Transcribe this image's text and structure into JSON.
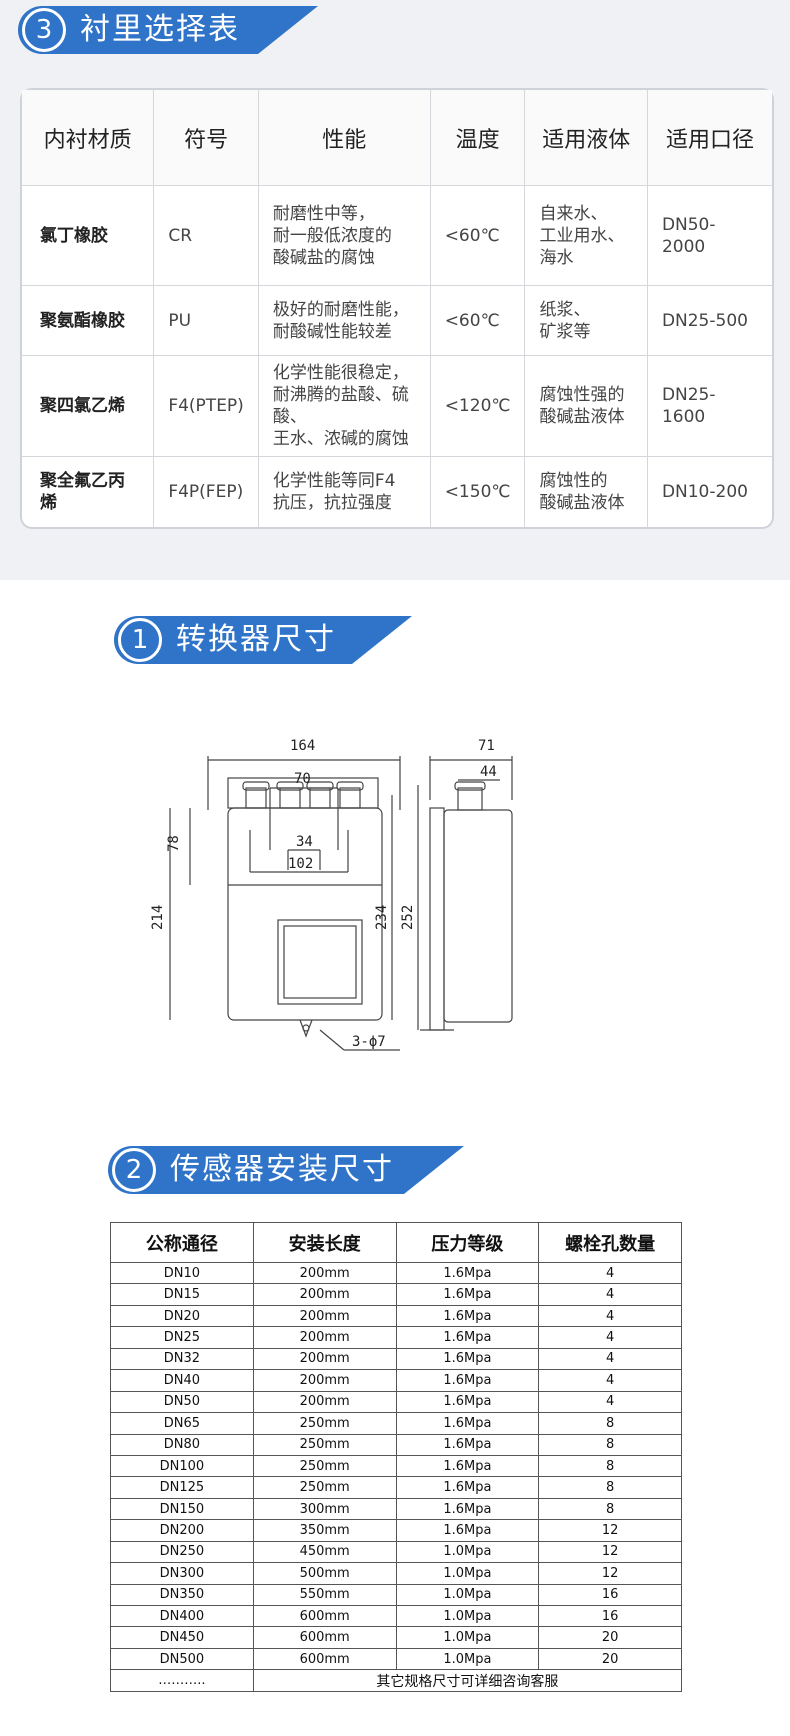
{
  "lining_section": {
    "number": "3",
    "title": "衬里选择表",
    "headers": [
      "内衬材质",
      "符号",
      "性能",
      "温度",
      "适用液体",
      "适用口径"
    ],
    "rows": [
      {
        "material": "氯丁橡胶",
        "symbol": "CR",
        "performance": [
          "耐磨性中等，",
          "耐一般低浓度的",
          "酸碱盐的腐蚀"
        ],
        "temperature": "<60℃",
        "liquid": [
          "自来水、",
          "工业用水、",
          "海水"
        ],
        "caliber": "DN50-2000"
      },
      {
        "material": "聚氨酯橡胶",
        "symbol": "PU",
        "performance": [
          "极好的耐磨性能，",
          "耐酸碱性能较差"
        ],
        "temperature": "<60℃",
        "liquid": [
          "纸浆、",
          "矿浆等"
        ],
        "caliber": "DN25-500"
      },
      {
        "material": "聚四氯乙烯",
        "symbol": "F4(PTEP)",
        "performance": [
          "化学性能很稳定，",
          "耐沸腾的盐酸、硫酸、",
          "王水、浓碱的腐蚀"
        ],
        "temperature": "<120℃",
        "liquid": [
          "腐蚀性强的",
          "酸碱盐液体"
        ],
        "caliber": "DN25-1600"
      },
      {
        "material": "聚全氟乙丙烯",
        "symbol": "F4P(FEP)",
        "performance": [
          "化学性能等同F4",
          "抗压，抗拉强度"
        ],
        "temperature": "<150℃",
        "liquid": [
          "腐蚀性的",
          "酸碱盐液体"
        ],
        "caliber": "DN10-200"
      }
    ]
  },
  "converter_section": {
    "number": "1",
    "title": "转换器尺寸",
    "dims": {
      "w164": "164",
      "w70": "70",
      "w34": "34",
      "w102": "102",
      "h78": "78",
      "h214": "214",
      "h234": "234",
      "holes": "3-ϕ7",
      "w71": "71",
      "w44": "44",
      "h252": "252"
    }
  },
  "sensor_section": {
    "number": "2",
    "title": "传感器安装尺寸",
    "headers": [
      "公称通径",
      "安装长度",
      "压力等级",
      "螺栓孔数量"
    ],
    "rows": [
      [
        "DN10",
        "200mm",
        "1.6Mpa",
        "4"
      ],
      [
        "DN15",
        "200mm",
        "1.6Mpa",
        "4"
      ],
      [
        "DN20",
        "200mm",
        "1.6Mpa",
        "4"
      ],
      [
        "DN25",
        "200mm",
        "1.6Mpa",
        "4"
      ],
      [
        "DN32",
        "200mm",
        "1.6Mpa",
        "4"
      ],
      [
        "DN40",
        "200mm",
        "1.6Mpa",
        "4"
      ],
      [
        "DN50",
        "200mm",
        "1.6Mpa",
        "4"
      ],
      [
        "DN65",
        "250mm",
        "1.6Mpa",
        "8"
      ],
      [
        "DN80",
        "250mm",
        "1.6Mpa",
        "8"
      ],
      [
        "DN100",
        "250mm",
        "1.6Mpa",
        "8"
      ],
      [
        "DN125",
        "250mm",
        "1.6Mpa",
        "8"
      ],
      [
        "DN150",
        "300mm",
        "1.6Mpa",
        "8"
      ],
      [
        "DN200",
        "350mm",
        "1.6Mpa",
        "12"
      ],
      [
        "DN250",
        "450mm",
        "1.0Mpa",
        "12"
      ],
      [
        "DN300",
        "500mm",
        "1.0Mpa",
        "12"
      ],
      [
        "DN350",
        "550mm",
        "1.0Mpa",
        "16"
      ],
      [
        "DN400",
        "600mm",
        "1.0Mpa",
        "16"
      ],
      [
        "DN450",
        "600mm",
        "1.0Mpa",
        "20"
      ],
      [
        "DN500",
        "600mm",
        "1.0Mpa",
        "20"
      ]
    ],
    "footer_left": "………..",
    "footer_note": "其它规格尺寸可详细咨询客服"
  }
}
